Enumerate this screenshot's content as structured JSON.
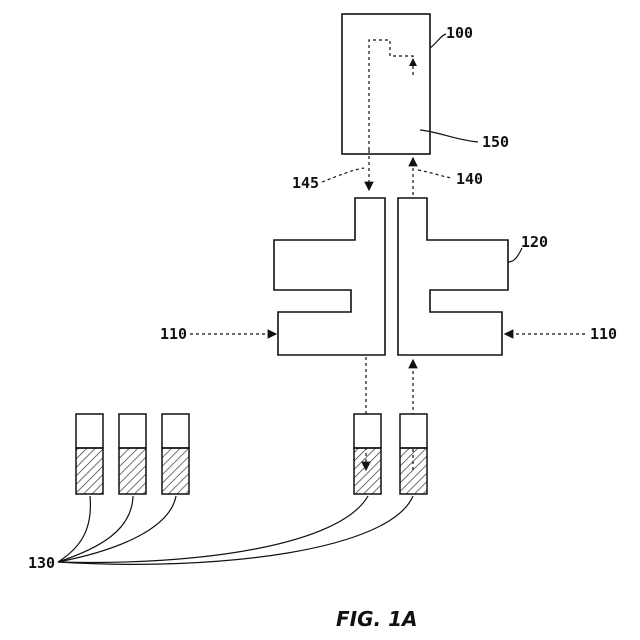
{
  "figure": {
    "caption": "FIG. 1A",
    "labels": {
      "system": "100",
      "inlet_left": "110",
      "inlet_right": "110",
      "chip": "120",
      "vials": "130",
      "path_out": "140",
      "path_in": "145",
      "processor": "150"
    }
  }
}
